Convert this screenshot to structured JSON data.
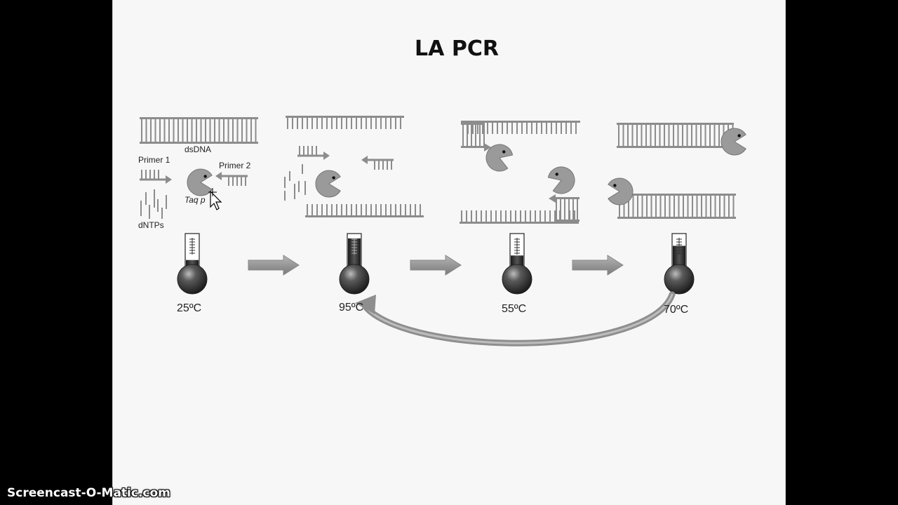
{
  "slide": {
    "title": "LA PCR"
  },
  "labels": {
    "dsdna": "dsDNA",
    "primer1": "Primer 1",
    "primer2": "Primer 2",
    "dntps": "dNTPs",
    "taq": "Taq p"
  },
  "temperatures": [
    "25ºC",
    "95ºC",
    "55ºC",
    "70ºC"
  ],
  "watermark": "Screencast-O-Matic.com",
  "colors": {
    "dna": "#8c8c8c",
    "pacman": "#9a9a9a",
    "arrow": "#8e8e8e",
    "slide_bg": "#f7f7f7",
    "frame_bg": "#000000"
  },
  "icons": [
    "pacman-taq-polymerase-icon",
    "thermometer-icon",
    "mouse-cursor-icon"
  ]
}
